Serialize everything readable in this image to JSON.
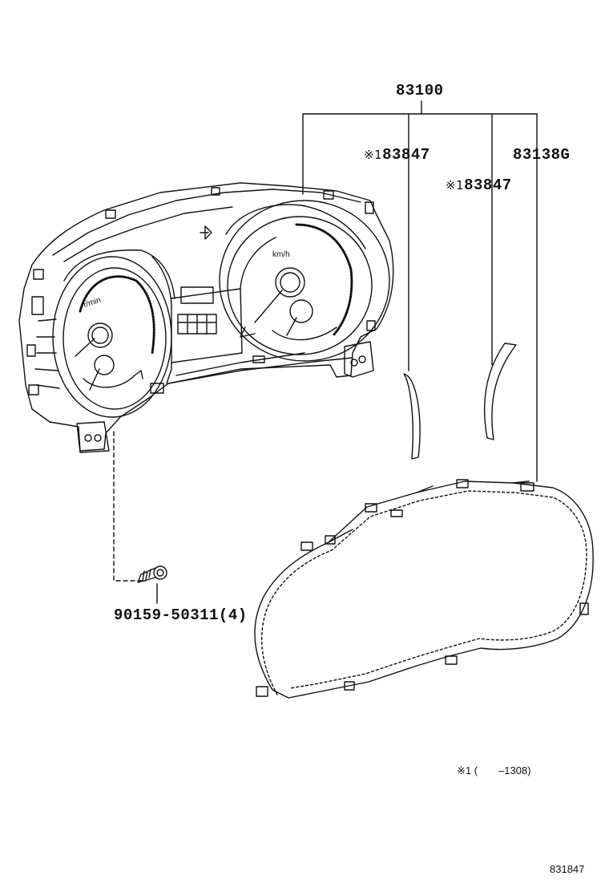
{
  "parts": {
    "assembly": "83100",
    "plate_a_mark": "※1",
    "plate_a": "83847",
    "plate_b_mark": "※1",
    "plate_b": "83847",
    "glass": "83138G",
    "screw": "90159-50311(4)"
  },
  "gauge_units": {
    "tach": "r/min",
    "speed": "km/h"
  },
  "footnote": {
    "mark": "※1",
    "text": "(　　–1308)"
  },
  "drawing_number": "831847",
  "colors": {
    "line": "#111111",
    "background": "#ffffff"
  }
}
